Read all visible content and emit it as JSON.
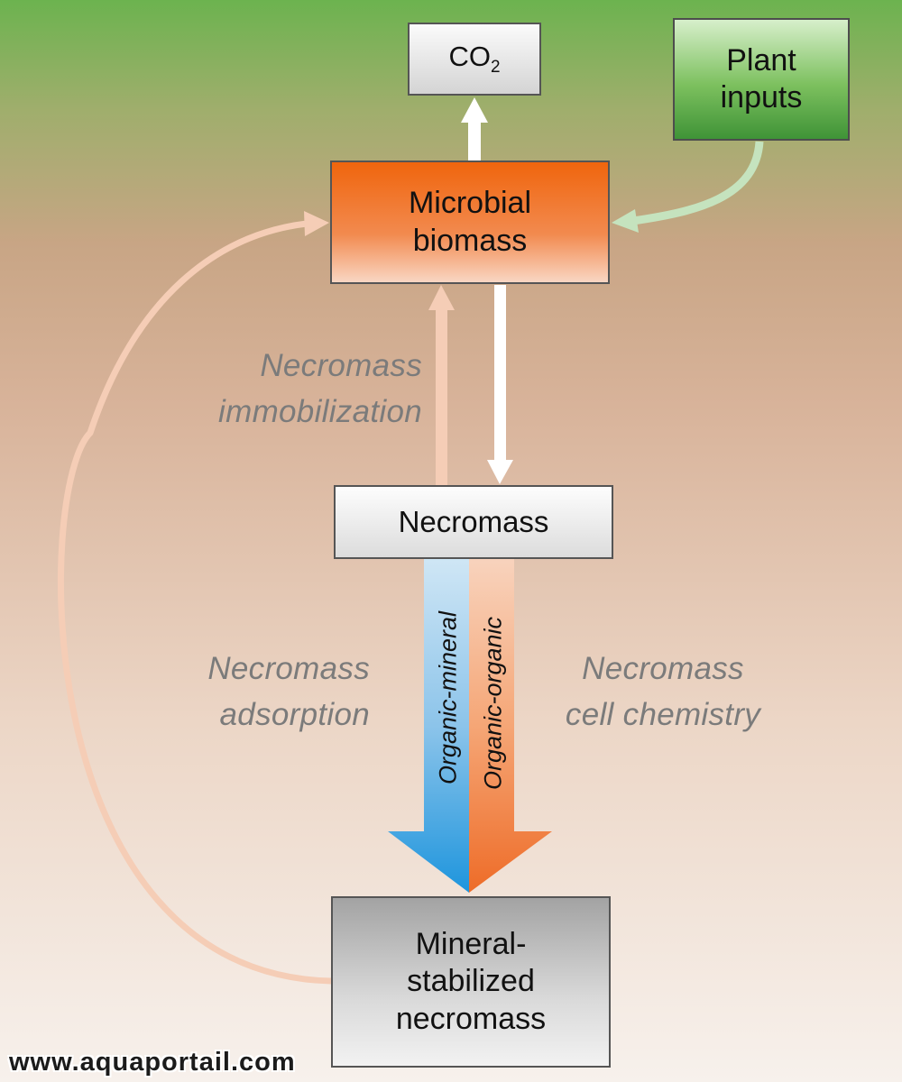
{
  "nodes": {
    "co2": {
      "label": "CO",
      "subscript": "2"
    },
    "plant_inputs": {
      "label": "Plant\ninputs"
    },
    "microbial_biomass": {
      "label": "Microbial\nbiomass"
    },
    "necromass": {
      "label": "Necromass"
    },
    "mineral_stabilized": {
      "label": "Mineral-\nstabilized\nnecromass"
    }
  },
  "processes": {
    "immobilization": "Necromass\nimmobilization",
    "adsorption": "Necromass\nadsorption",
    "cell_chemistry": "Necromass\ncell chemistry"
  },
  "flow_labels": {
    "organic_mineral": "Organic-mineral",
    "organic_organic": "Organic-organic"
  },
  "watermark": "www.aquaportail.com",
  "colors": {
    "white_arrow": "#ffffff",
    "plant_arrow": "#c5e3be",
    "peach_arrow": "#f5cdb6",
    "blue_flow": "#2f9de0",
    "orange_flow": "#f07a3c"
  }
}
